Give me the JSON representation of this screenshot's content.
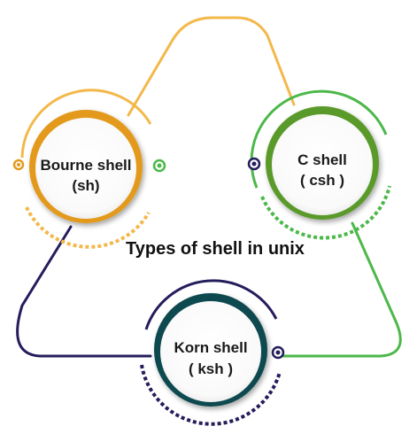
{
  "title": "Types of shell in unix",
  "nodes": {
    "bourne": {
      "line1": "Bourne shell",
      "line2": "(sh)",
      "color": "#e39a1c",
      "light_color": "#f3b84a"
    },
    "c": {
      "line1": "C shell",
      "line2": "( csh )",
      "color": "#5a9a2c",
      "light_color": "#4cb84a"
    },
    "korn": {
      "line1": "Korn shell",
      "line2": "( ksh )",
      "color": "#0e4a50",
      "dark_color": "#241d5c"
    }
  },
  "connectors": {
    "top": "#f3b84a",
    "right": "#4cb84a",
    "left": "#241d5c"
  }
}
